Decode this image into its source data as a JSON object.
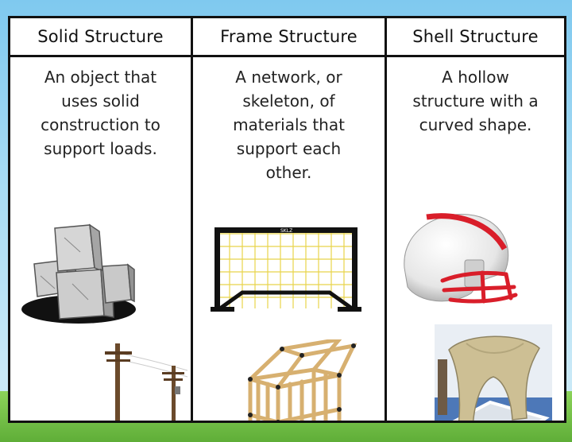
{
  "columns": [
    {
      "title": "Solid Structure",
      "description": [
        "An object that",
        "uses solid",
        "construction to",
        "support loads."
      ],
      "images": [
        "stone-blocks",
        "utility-poles"
      ]
    },
    {
      "title": "Frame Structure",
      "description": [
        "A network, or",
        "skeleton, of",
        "materials that",
        "support each",
        "other."
      ],
      "images": [
        "soccer-goal",
        "wooden-frame-house"
      ],
      "goal_brand": "SKLZ"
    },
    {
      "title": "Shell Structure",
      "description": [
        "A hollow",
        "structure with a",
        "curved shape."
      ],
      "images": [
        "football-helmet",
        "shell-pavilion"
      ]
    }
  ],
  "colors": {
    "sky": "#7fc9ef",
    "grass": "#6abb43",
    "border": "#111111",
    "helmet_accent": "#d91e2a"
  }
}
